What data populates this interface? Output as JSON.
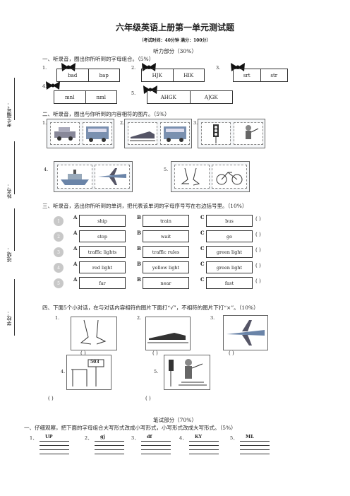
{
  "title": "六年级英语上册第一单元测试题",
  "subtitle": "（考试时间：40分钟    满分：100分）",
  "listening_header": "听力部分（30%）",
  "side": {
    "exam_no": "考生编号：",
    "name": "姓名：",
    "class": "班级：",
    "school": "学校："
  },
  "sec1": {
    "title": "一、听录音，圈出你所听到的字母组合。（5%）",
    "items": [
      {
        "num": "1.",
        "a": "bad",
        "b": "bap"
      },
      {
        "num": "2.",
        "a": "HJK",
        "b": "HIK"
      },
      {
        "num": "3.",
        "a": "srt",
        "b": "str"
      },
      {
        "num": "4.",
        "a": "mnl",
        "b": "nml"
      },
      {
        "num": "5.",
        "a": "AHGK",
        "b": "AJGK"
      }
    ]
  },
  "sec2": {
    "title": "二、听录音，圈出与你听到的内容相符的图片。（5%）",
    "nums": [
      "1.",
      "2.",
      "3.",
      "4.",
      "5."
    ]
  },
  "sec3": {
    "title": "三、听录音，选出你所听到的单词，把代表该单词的字母序号写在右边括号里。（10%）",
    "letters": [
      "A",
      "B",
      "C"
    ],
    "paren": "(    )",
    "rows": [
      {
        "n": "1",
        "a": "ship",
        "b": "train",
        "c": "bus"
      },
      {
        "n": "2",
        "a": "stop",
        "b": "wait",
        "c": "go"
      },
      {
        "n": "3",
        "a": "traffic lights",
        "b": "traffic rules",
        "c": "green light"
      },
      {
        "n": "4",
        "a": "red light",
        "b": "yellow light",
        "c": "green light"
      },
      {
        "n": "5",
        "a": "far",
        "b": "near",
        "c": "fast"
      }
    ]
  },
  "sec4": {
    "title": "四、下面5个小对话，在与对话内容相符的图片下面打“√”，不相符的图片下打“×”。（10%）",
    "nums": [
      "1.",
      "2.",
      "3.",
      "4.",
      "5."
    ],
    "paren": "(          )",
    "sign": "503"
  },
  "written_header": "笔试部分（70%）",
  "sec5": {
    "title": "一、仔细观察，把下面的字母组合大写形式改成小写形式，小写形式改成大写形式。（5%）",
    "items": [
      {
        "num": "1．",
        "text": "UP"
      },
      {
        "num": "2．",
        "text": "gj"
      },
      {
        "num": "3．",
        "text": "df"
      },
      {
        "num": "4．",
        "text": "KY"
      },
      {
        "num": "5．",
        "text": "ML"
      }
    ]
  }
}
